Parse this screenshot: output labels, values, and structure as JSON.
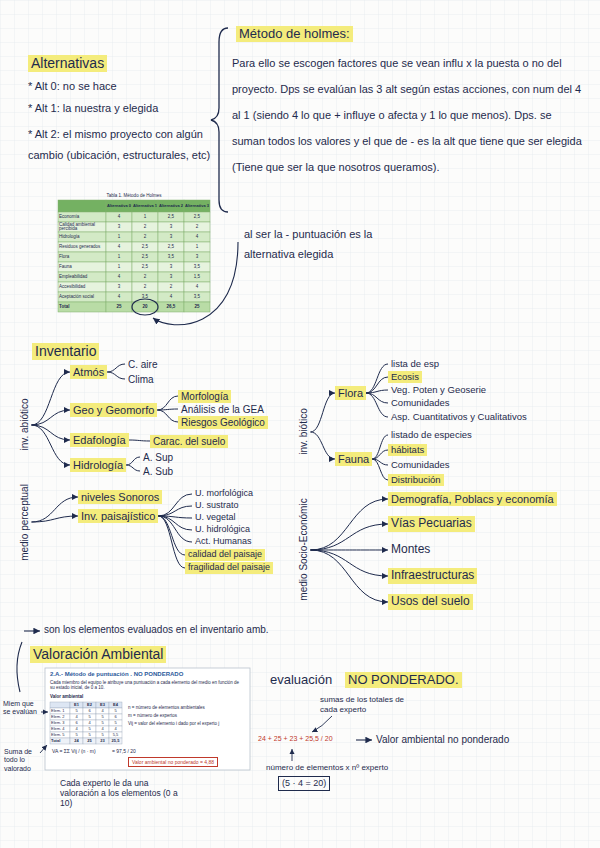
{
  "diagram": {
    "nodes": [
      {
        "text": [
          "inv. abiótico"
        ]
      },
      {
        "text": [
          "Atmós"
        ]
      },
      {
        "text": [
          "C. aire"
        ]
      },
      {
        "text": [
          "Clima"
        ]
      },
      {
        "text": [
          "Geo y Geomorfo"
        ]
      },
      {
        "text": [
          "Morfología"
        ]
      },
      {
        "text": [
          "Análisis de la GEA"
        ]
      },
      {
        "text": [
          "Riesgos Geológico"
        ]
      },
      {
        "text": [
          "Edafología"
        ]
      },
      {
        "text": [
          "Carac. del suelo"
        ]
      },
      {
        "text": [
          "Hidrología"
        ]
      },
      {
        "text": [
          "A. Sup"
        ]
      },
      {
        "text": [
          "A. Sub"
        ]
      },
      {
        "text": [
          "inv. biótico"
        ]
      },
      {
        "text": [
          "Flora"
        ]
      },
      {
        "text": [
          "lista de esp"
        ]
      },
      {
        "text": [
          "Ecosis"
        ]
      },
      {
        "text": [
          "Veg. Poten y Geoserie"
        ]
      },
      {
        "text": [
          "Comunidades"
        ]
      },
      {
        "text": [
          "Asp. Cuantitativos y Cualitativos"
        ]
      },
      {
        "text": [
          "Fauna"
        ]
      },
      {
        "text": [
          "listado de especies"
        ]
      },
      {
        "text": [
          "hábitats"
        ]
      },
      {
        "text": [
          "Comunidades"
        ]
      },
      {
        "text": [
          "Distribución"
        ]
      },
      {
        "text": [
          "medio perceptual"
        ]
      },
      {
        "text": [
          "niveles Sonoros"
        ]
      },
      {
        "text": [
          "Inv. paisajístico"
        ]
      },
      {
        "text": [
          "U. morfológica"
        ]
      },
      {
        "text": [
          "U. sustrato"
        ]
      },
      {
        "text": [
          "U. vegetal"
        ]
      },
      {
        "text": [
          "U. hidrológica"
        ]
      },
      {
        "text": [
          "Act. Humanas"
        ]
      },
      {
        "text": [
          "calidad del paisaje"
        ]
      },
      {
        "text": [
          "fragilidad del paisaje"
        ]
      },
      {
        "text": [
          "medio Socio-Económic"
        ]
      },
      {
        "text": [
          "Demografía, Poblacs y economía"
        ]
      },
      {
        "text": [
          "Vías Pecuarias"
        ]
      },
      {
        "text": [
          "Montes"
        ]
      },
      {
        "text": [
          "Infraestructuras"
        ]
      },
      {
        "text": [
          "Usos del suelo"
        ]
      }
    ],
    "edges": [
      {
        "from": 0,
        "to": 1,
        "arrow": "to"
      },
      {
        "from": 0,
        "to": 4,
        "arrow": "to"
      },
      {
        "from": 0,
        "to": 8,
        "arrow": "to"
      },
      {
        "from": 0,
        "to": 10,
        "arrow": "to"
      },
      {
        "from": 1,
        "to": 2,
        "arrow": "none"
      },
      {
        "from": 1,
        "to": 3,
        "arrow": "none"
      },
      {
        "from": 4,
        "to": 5,
        "arrow": "none"
      },
      {
        "from": 4,
        "to": 6,
        "arrow": "none"
      },
      {
        "from": 4,
        "to": 7,
        "arrow": "none"
      },
      {
        "from": 8,
        "to": 9,
        "arrow": "none"
      },
      {
        "from": 10,
        "to": 11,
        "arrow": "none"
      },
      {
        "from": 10,
        "to": 12,
        "arrow": "none"
      },
      {
        "from": 13,
        "to": 14,
        "arrow": "to"
      },
      {
        "from": 13,
        "to": 20,
        "arrow": "to"
      },
      {
        "from": 14,
        "to": 15,
        "arrow": "none"
      },
      {
        "from": 14,
        "to": 16,
        "arrow": "none"
      },
      {
        "from": 14,
        "to": 17,
        "arrow": "none"
      },
      {
        "from": 14,
        "to": 18,
        "arrow": "none"
      },
      {
        "from": 14,
        "to": 19,
        "arrow": "none"
      },
      {
        "from": 20,
        "to": 21,
        "arrow": "none"
      },
      {
        "from": 20,
        "to": 22,
        "arrow": "none"
      },
      {
        "from": 20,
        "to": 23,
        "arrow": "none"
      },
      {
        "from": 20,
        "to": 24,
        "arrow": "none"
      },
      {
        "from": 25,
        "to": 26,
        "arrow": "to"
      },
      {
        "from": 25,
        "to": 27,
        "arrow": "to"
      },
      {
        "from": 27,
        "to": 28,
        "arrow": "none"
      },
      {
        "from": 27,
        "to": 29,
        "arrow": "none"
      },
      {
        "from": 27,
        "to": 30,
        "arrow": "none"
      },
      {
        "from": 27,
        "to": 31,
        "arrow": "none"
      },
      {
        "from": 27,
        "to": 32,
        "arrow": "none"
      },
      {
        "from": 27,
        "to": 33,
        "arrow": "none"
      },
      {
        "from": 27,
        "to": 34,
        "arrow": "none"
      },
      {
        "from": 35,
        "to": 36,
        "arrow": "to"
      },
      {
        "from": 35,
        "to": 37,
        "arrow": "to"
      },
      {
        "from": 35,
        "to": 38,
        "arrow": "to"
      },
      {
        "from": 35,
        "to": 39,
        "arrow": "to"
      },
      {
        "from": 35,
        "to": 40,
        "arrow": "to"
      }
    ],
    "labels": [
      "Alternativas",
      "* Alt 0: no se hace",
      "* Alt 1: la nuestra y elegida",
      "* Alt 2: el mismo proyecto con algún cambio (ubicación, estructurales, etc)",
      "Método de holmes:",
      "Para ello se escogen factores que se vean influ x la puesta o no del proyecto. Dps se evalúan las 3 alt según estas acciones, con num del 4 al 1 (siendo 4 lo que + influye o afecta y 1 lo que menos). Dps. se suman todos los valores y el que de - es la alt que tiene que ser elegida (Tiene que ser la que nosotros queramos).",
      "al ser la - puntuación es la alternativa elegida",
      "Tabla 1. Método de Holmes",
      "Alternativa 0",
      "Alternativa 1",
      "Alternativa 2",
      "Alternativa 3",
      "Economía",
      "4",
      "1",
      "2,5",
      "2,5",
      "Calidad ambiental percibida",
      "3",
      "2",
      "3",
      "2",
      "Hidrología",
      "1",
      "2",
      "3",
      "4",
      "Residuos generados",
      "4",
      "2,5",
      "2,5",
      "1",
      "Flora",
      "1",
      "2,5",
      "3,5",
      "3",
      "Fauna",
      "1",
      "2,5",
      "3",
      "3,5",
      "Empleabilidad",
      "4",
      "2",
      "3",
      "1,5",
      "Accesibilidad",
      "3",
      "2",
      "2",
      "4",
      "Aceptación social",
      "4",
      "3,5",
      "4",
      "3,5",
      "Total",
      "25",
      "20",
      "26,5",
      "25",
      "Inventario",
      "son los elementos evaluados en el inventario amb.",
      "Valoración Ambiental",
      "2.A.- Método de puntuación . NO PONDERADO",
      "Cada miembro del equipo le atribuye una puntuación a cada elemento del medio en función de su estado inicial, de 0 a 10.",
      "Valor ambiental",
      "E1",
      "E2",
      "E3",
      "E4",
      "Elem. 1",
      "5",
      "6",
      "4",
      "5",
      "Elem. 2",
      "4",
      "5",
      "5",
      "6",
      "Elem. 3",
      "6",
      "4",
      "5",
      "5",
      "Elem. 4",
      "4",
      "5",
      "4",
      "4",
      "Elem. 5",
      "5",
      "5",
      "5",
      "5,5",
      "Total",
      "24",
      "25",
      "23",
      "25,5",
      "n = número de elementos ambientales",
      "m = número de expertos",
      "Vij = valor del elemento i dado por el experto j",
      "VA = ΣΣ Vij / (n · m)",
      "= 97,5 / 20",
      "Valor ambiental no ponderado = 4,88",
      "evaluación",
      "NO PONDERADO.",
      "sumas de los totales de cada experto",
      "24 + 25 + 23 + 25,5 / 20",
      "Valor ambiental no ponderado",
      "número de elementos x nº experto",
      "(5 · 4 = 20)",
      "Miem que se evalúan",
      "Suma de todo lo valorado",
      "Cada experto le da una valoración a los elementos (0 a 10)"
    ]
  }
}
